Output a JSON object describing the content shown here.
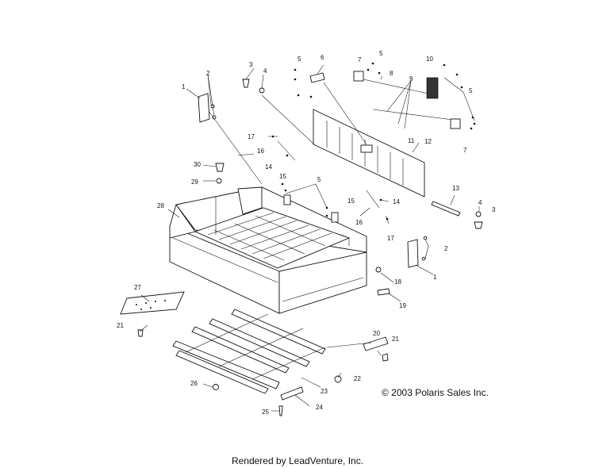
{
  "copyright": "© 2003 Polaris Sales Inc.",
  "footer": "Rendered by LeadVenture, Inc.",
  "callouts": [
    "1",
    "2",
    "3",
    "4",
    "5",
    "6",
    "7",
    "8",
    "9",
    "10",
    "11",
    "12",
    "13",
    "14",
    "15",
    "16",
    "17",
    "18",
    "19",
    "20",
    "21",
    "22",
    "23",
    "24",
    "25",
    "26",
    "27",
    "28",
    "29",
    "30"
  ]
}
